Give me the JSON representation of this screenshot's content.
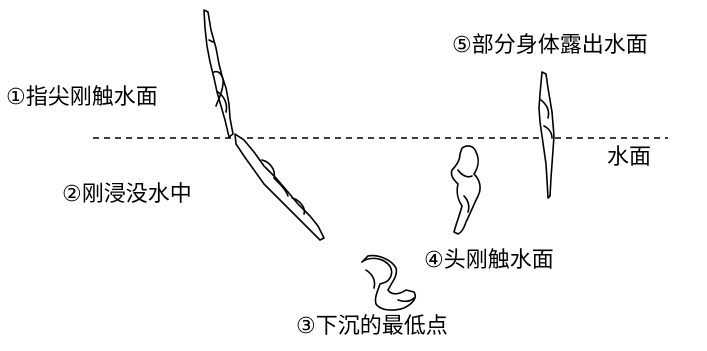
{
  "labels": {
    "step1": "①指尖刚触水面",
    "step2": "②刚浸没水中",
    "step3": "③下沉的最低点",
    "step4": "④头刚触水面",
    "step5": "⑤部分身体露出水面",
    "water_surface": "水面"
  },
  "colors": {
    "ink": "#000000",
    "background": "#ffffff"
  }
}
